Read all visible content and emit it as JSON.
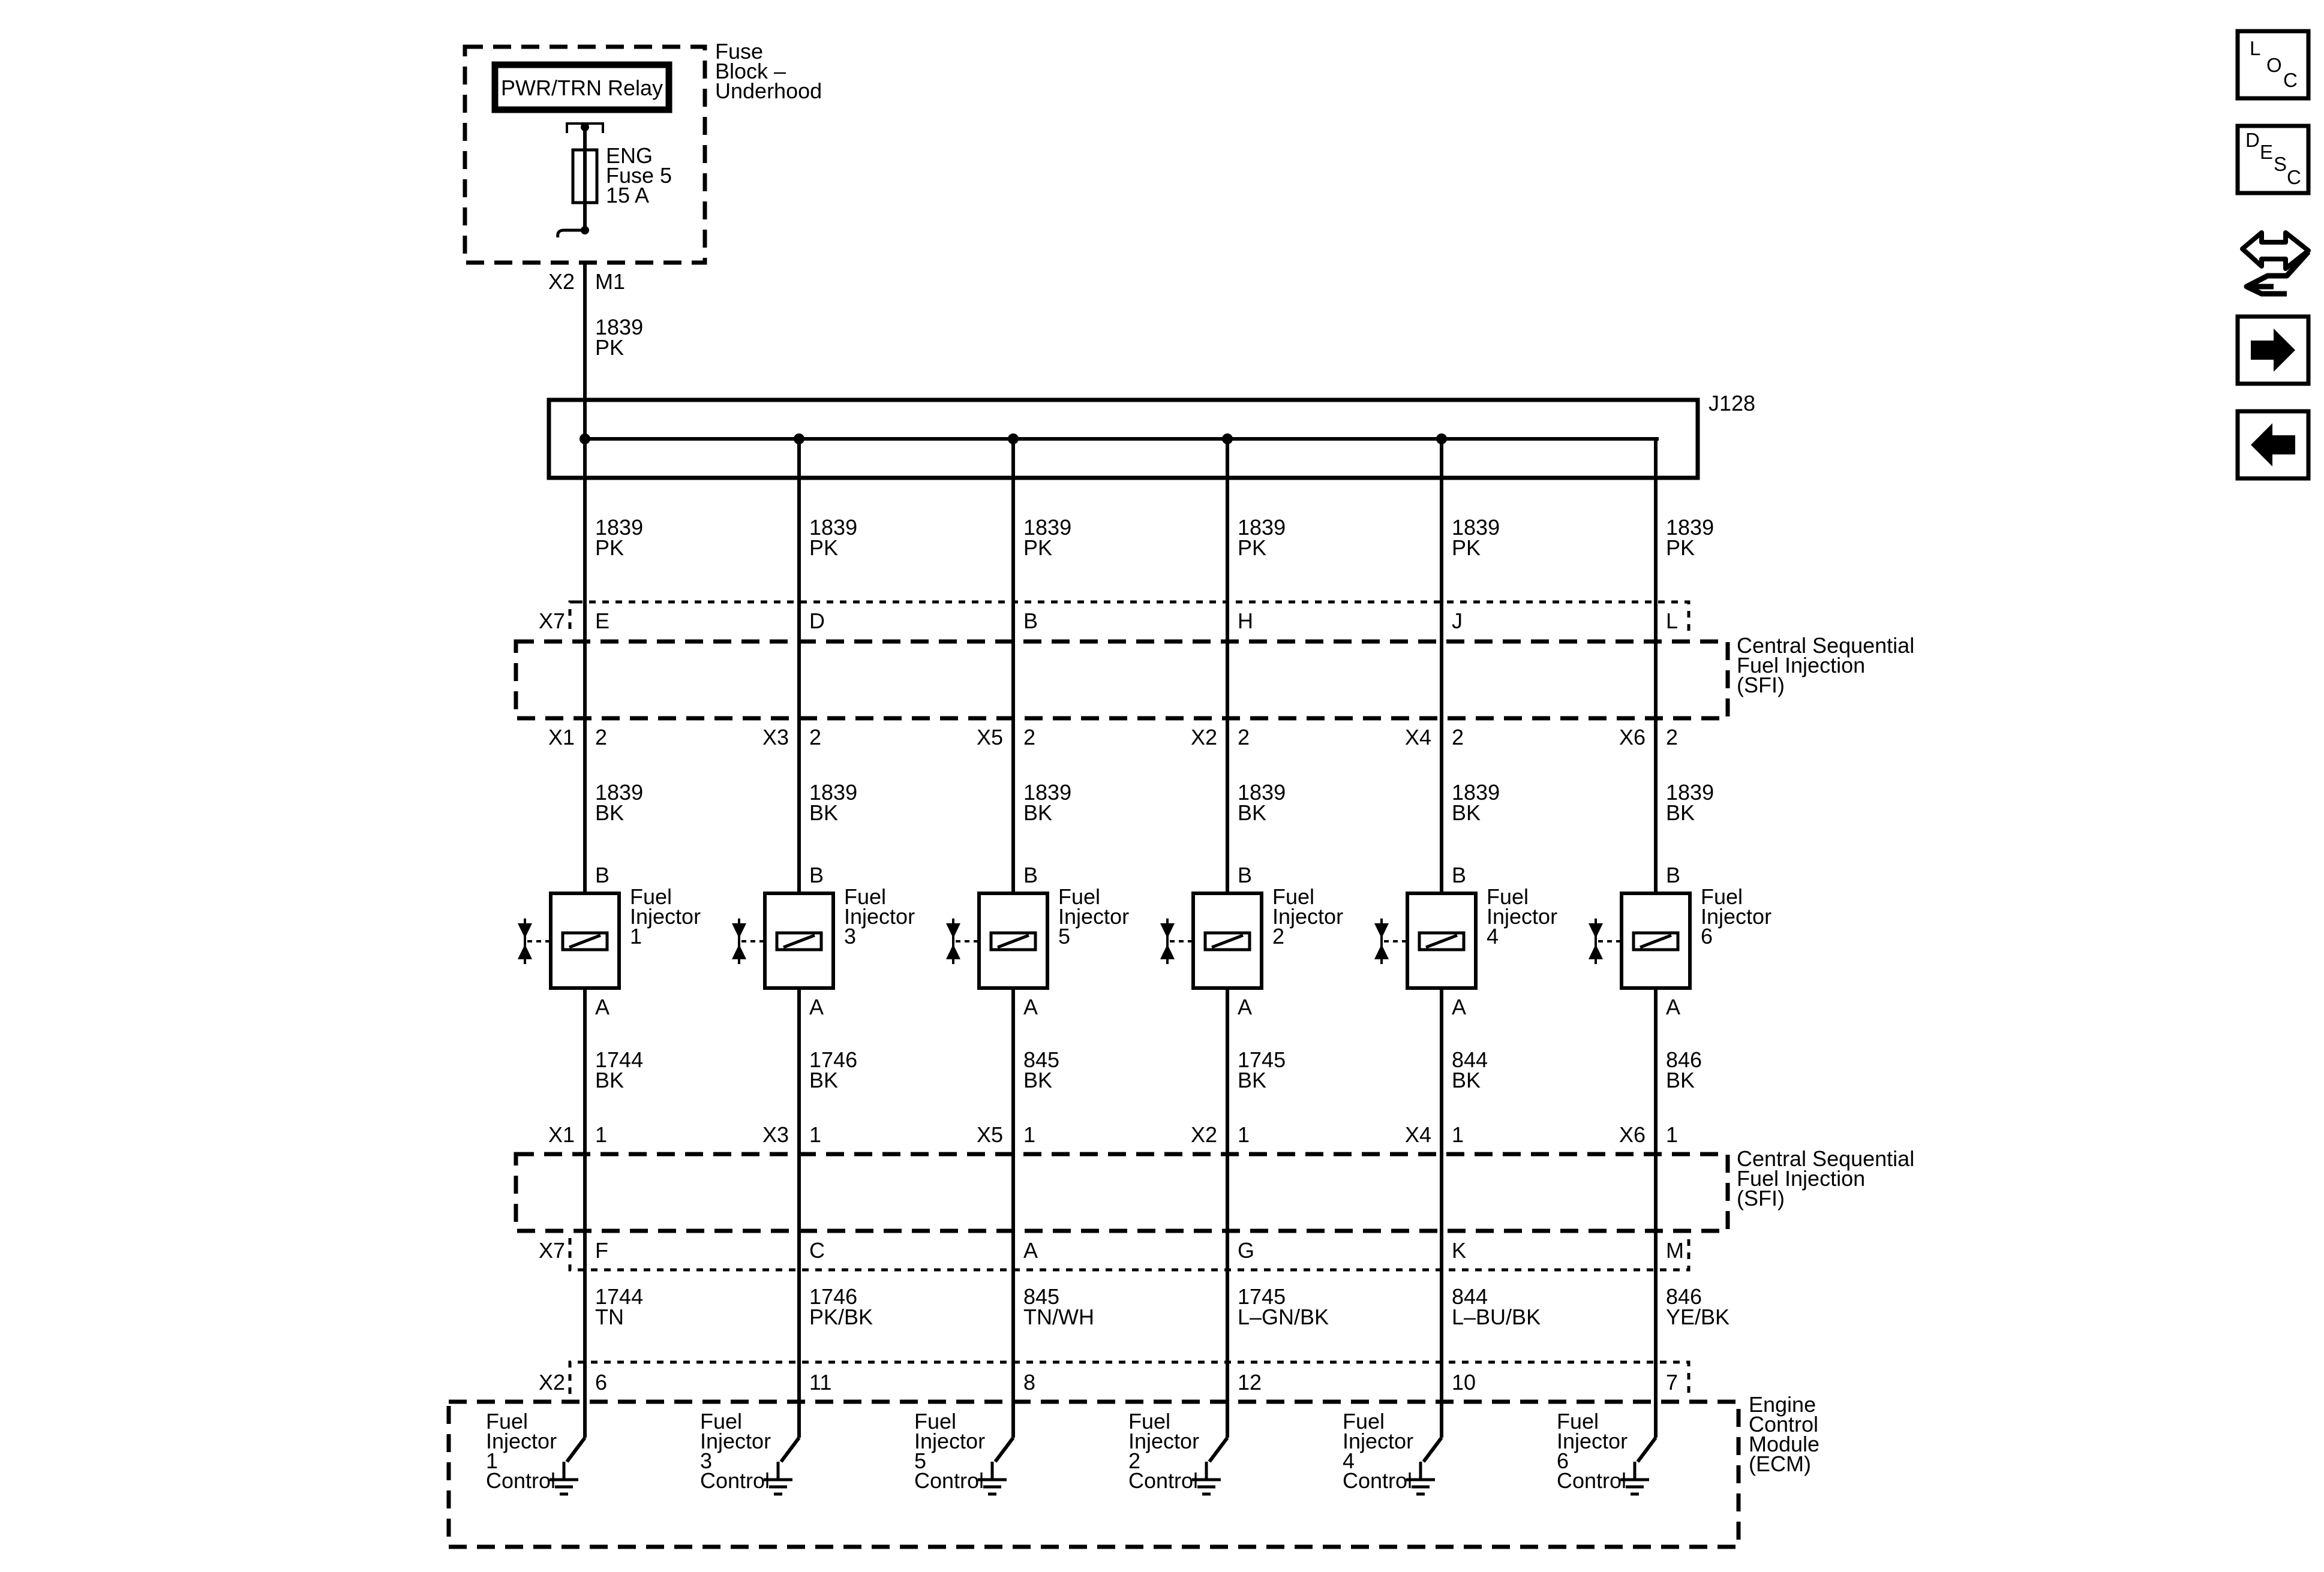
{
  "fuse_block": {
    "title_lines": [
      "Fuse",
      "Block –",
      "Underhood"
    ],
    "relay_label": "PWR/TRN Relay",
    "fuse_lines": [
      "ENG",
      "Fuse 5",
      "15 A"
    ],
    "connector": "X2",
    "pin": "M1"
  },
  "feed_wire": {
    "circuit": "1839",
    "color": "PK"
  },
  "splice": {
    "label": "J128"
  },
  "sfi_module": {
    "label_lines": [
      "Central Sequential",
      "Fuel Injection",
      "(SFI)"
    ],
    "inline_connector": "X7"
  },
  "ecm": {
    "label_lines": [
      "Engine",
      "Control",
      "Module",
      "(ECM)"
    ],
    "connector": "X2"
  },
  "channels": [
    {
      "splice_circuit": "1839",
      "splice_color": "PK",
      "x7_upper_pin": "E",
      "harness_conn": "X1",
      "harness_pin_b": "2",
      "injector_circuit_b": "1839",
      "injector_color_b": "BK",
      "injector_pin_b": "B",
      "injector_label_lines": [
        "Fuel",
        "Injector",
        "1"
      ],
      "injector_pin_a": "A",
      "injector_circuit_a": "1744",
      "injector_color_a": "BK",
      "harness_pin_a": "1",
      "x7_lower_pin": "F",
      "ecm_circuit": "1744",
      "ecm_color": "TN",
      "ecm_pin": "6",
      "ecm_label_lines": [
        "Fuel",
        "Injector",
        "1",
        "Control"
      ]
    },
    {
      "splice_circuit": "1839",
      "splice_color": "PK",
      "x7_upper_pin": "D",
      "harness_conn": "X3",
      "harness_pin_b": "2",
      "injector_circuit_b": "1839",
      "injector_color_b": "BK",
      "injector_pin_b": "B",
      "injector_label_lines": [
        "Fuel",
        "Injector",
        "3"
      ],
      "injector_pin_a": "A",
      "injector_circuit_a": "1746",
      "injector_color_a": "BK",
      "harness_pin_a": "1",
      "x7_lower_pin": "C",
      "ecm_circuit": "1746",
      "ecm_color": "PK/BK",
      "ecm_pin": "11",
      "ecm_label_lines": [
        "Fuel",
        "Injector",
        "3",
        "Control"
      ]
    },
    {
      "splice_circuit": "1839",
      "splice_color": "PK",
      "x7_upper_pin": "B",
      "harness_conn": "X5",
      "harness_pin_b": "2",
      "injector_circuit_b": "1839",
      "injector_color_b": "BK",
      "injector_pin_b": "B",
      "injector_label_lines": [
        "Fuel",
        "Injector",
        "5"
      ],
      "injector_pin_a": "A",
      "injector_circuit_a": "845",
      "injector_color_a": "BK",
      "harness_pin_a": "1",
      "x7_lower_pin": "A",
      "ecm_circuit": "845",
      "ecm_color": "TN/WH",
      "ecm_pin": "8",
      "ecm_label_lines": [
        "Fuel",
        "Injector",
        "5",
        "Control"
      ]
    },
    {
      "splice_circuit": "1839",
      "splice_color": "PK",
      "x7_upper_pin": "H",
      "harness_conn": "X2",
      "harness_pin_b": "2",
      "injector_circuit_b": "1839",
      "injector_color_b": "BK",
      "injector_pin_b": "B",
      "injector_label_lines": [
        "Fuel",
        "Injector",
        "2"
      ],
      "injector_pin_a": "A",
      "injector_circuit_a": "1745",
      "injector_color_a": "BK",
      "harness_pin_a": "1",
      "x7_lower_pin": "G",
      "ecm_circuit": "1745",
      "ecm_color": "L–GN/BK",
      "ecm_pin": "12",
      "ecm_label_lines": [
        "Fuel",
        "Injector",
        "2",
        "Control"
      ]
    },
    {
      "splice_circuit": "1839",
      "splice_color": "PK",
      "x7_upper_pin": "J",
      "harness_conn": "X4",
      "harness_pin_b": "2",
      "injector_circuit_b": "1839",
      "injector_color_b": "BK",
      "injector_pin_b": "B",
      "injector_label_lines": [
        "Fuel",
        "Injector",
        "4"
      ],
      "injector_pin_a": "A",
      "injector_circuit_a": "844",
      "injector_color_a": "BK",
      "harness_pin_a": "1",
      "x7_lower_pin": "K",
      "ecm_circuit": "844",
      "ecm_color": "L–BU/BK",
      "ecm_pin": "10",
      "ecm_label_lines": [
        "Fuel",
        "Injector",
        "4",
        "Control"
      ]
    },
    {
      "splice_circuit": "1839",
      "splice_color": "PK",
      "x7_upper_pin": "L",
      "harness_conn": "X6",
      "harness_pin_b": "2",
      "injector_circuit_b": "1839",
      "injector_color_b": "BK",
      "injector_pin_b": "B",
      "injector_label_lines": [
        "Fuel",
        "Injector",
        "6"
      ],
      "injector_pin_a": "A",
      "injector_circuit_a": "846",
      "injector_color_a": "BK",
      "harness_pin_a": "1",
      "x7_lower_pin": "M",
      "ecm_circuit": "846",
      "ecm_color": "YE/BK",
      "ecm_pin": "7",
      "ecm_label_lines": [
        "Fuel",
        "Injector",
        "6",
        "Control"
      ]
    }
  ],
  "nav": {
    "loc_letters": [
      "L",
      "O",
      "C"
    ],
    "desc_letters": [
      "D",
      "E",
      "S",
      "C"
    ],
    "buttons": [
      {
        "name": "loc-button",
        "icon": "loc-icon"
      },
      {
        "name": "desc-button",
        "icon": "desc-icon"
      },
      {
        "name": "connector-route-button",
        "icon": "route-arrows-icon"
      },
      {
        "name": "next-page-button",
        "icon": "arrow-right-icon"
      },
      {
        "name": "previous-page-button",
        "icon": "arrow-left-icon"
      }
    ]
  }
}
